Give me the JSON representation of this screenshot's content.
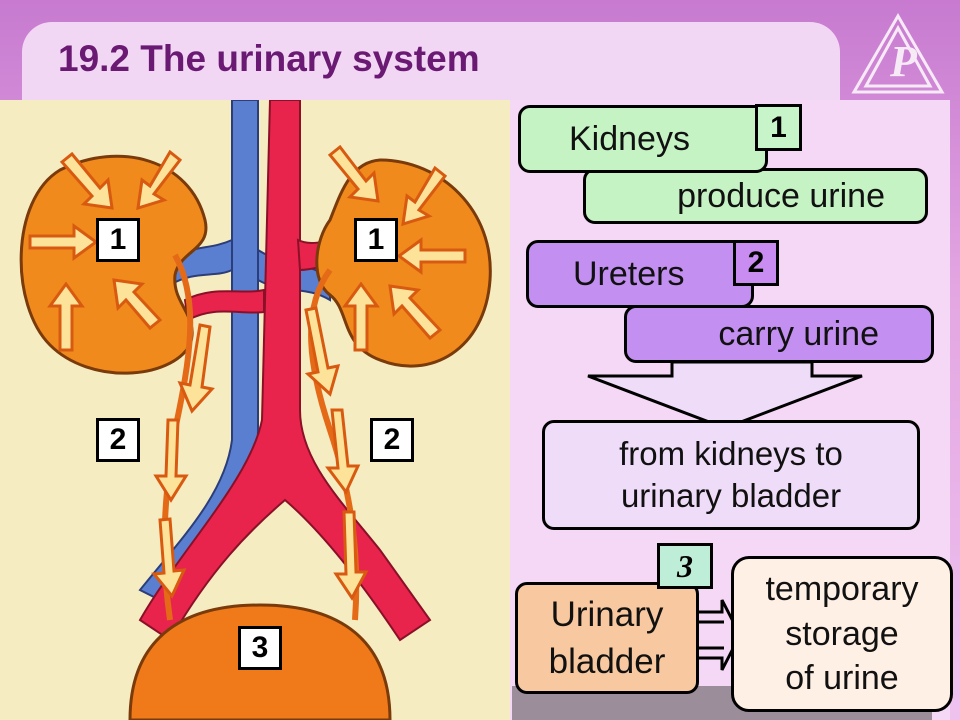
{
  "title": "19.2  The urinary system",
  "labels": {
    "kidney_number": "1",
    "ureter_number": "2",
    "bladder_number": "3"
  },
  "chart": {
    "kidneys": {
      "name": "Kidneys",
      "number": "1",
      "function": "produce urine"
    },
    "ureters": {
      "name": "Ureters",
      "number": "2",
      "function": "carry urine",
      "detail": [
        "from kidneys to",
        "urinary bladder"
      ]
    },
    "bladder": {
      "name": [
        "Urinary",
        "bladder"
      ],
      "number": "3",
      "function": [
        "temporary",
        "storage",
        "of urine"
      ]
    }
  },
  "colors": {
    "kidney": "#f08a1c",
    "artery": "#e8244c",
    "vein": "#5a7fd0",
    "ureter": "#e56a18",
    "arrow_fill": "#fde39a"
  }
}
